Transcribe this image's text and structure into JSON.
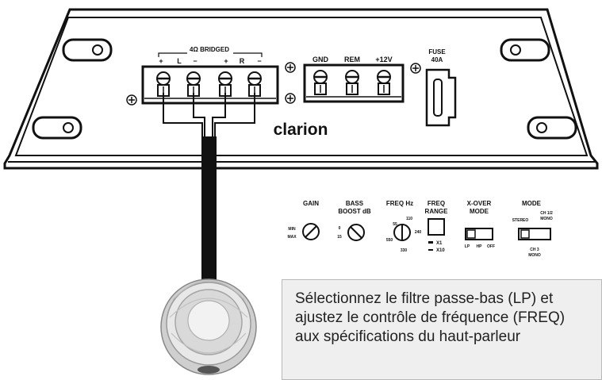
{
  "amplifier": {
    "brand": "clarion",
    "bridged_label": "4Ω BRIDGED",
    "speaker_terminals": [
      "+",
      "L",
      "−",
      "+",
      "R",
      "−"
    ],
    "power_terminals": [
      "GND",
      "REM",
      "+12V"
    ],
    "fuse_label_line1": "FUSE",
    "fuse_label_line2": "40A"
  },
  "controls": {
    "gain": {
      "title": "GAIN",
      "min": "MIN",
      "max": "MAX"
    },
    "bass_boost": {
      "title_line1": "BASS",
      "title_line2": "BOOST dB",
      "low": "0",
      "high": "15"
    },
    "freq": {
      "title": "FREQ Hz",
      "v1": "55",
      "v2": "110",
      "v3": "240",
      "v4": "330",
      "v5": "550"
    },
    "freq_range": {
      "title_line1": "FREQ",
      "title_line2": "RANGE",
      "x1": "X1",
      "x10": "X10"
    },
    "xover_mode": {
      "title_line1": "X-OVER",
      "title_line2": "MODE",
      "lp": "LP",
      "hp": "HP",
      "off": "OFF"
    },
    "mode": {
      "title": "MODE",
      "stereo": "STEREO",
      "ch12_line1": "CH 1/2",
      "ch12_line2": "MONO",
      "ch3_line1": "CH 3",
      "ch3_line2": "MONO"
    }
  },
  "callout_text": "Sélectionnez le filtre passe-bas (LP) et ajustez le contrôle de fréquence (FREQ) aux spécifications du haut-parleur"
}
